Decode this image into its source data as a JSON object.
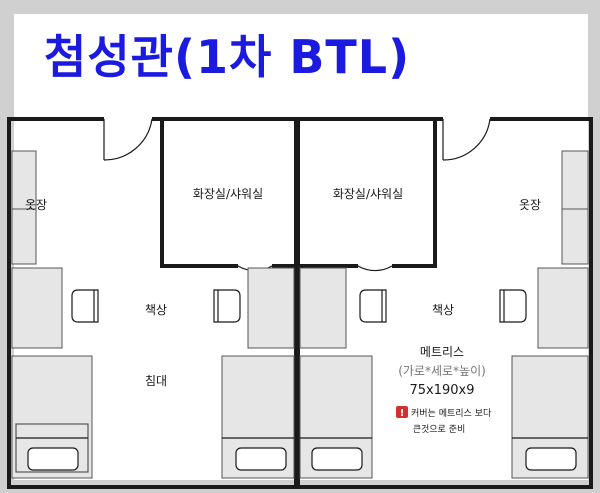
{
  "title": "첨성관(1차 BTL)",
  "plan": {
    "left_room": {
      "bathroom_label": "화장실/샤워실",
      "wardrobe_label": "옷장",
      "desk_label": "책상",
      "bed_label": "침대"
    },
    "right_room": {
      "bathroom_label": "화장실/샤워실",
      "wardrobe_label": "옷장",
      "desk_label": "책상",
      "mattress": {
        "label": "메트리스",
        "dimension_caption": "(가로*세로*높이)",
        "size": "75x190x9"
      },
      "note": {
        "icon": "exclamation-icon",
        "line1": "커버는 메트리스 보다",
        "line2": "큰것으로 준비"
      }
    }
  },
  "colors": {
    "title_text": "#1a1ae0",
    "wall": "#1a1a1a",
    "furniture_fill": "#e6e6e6",
    "note_icon": "#d32f2f"
  }
}
